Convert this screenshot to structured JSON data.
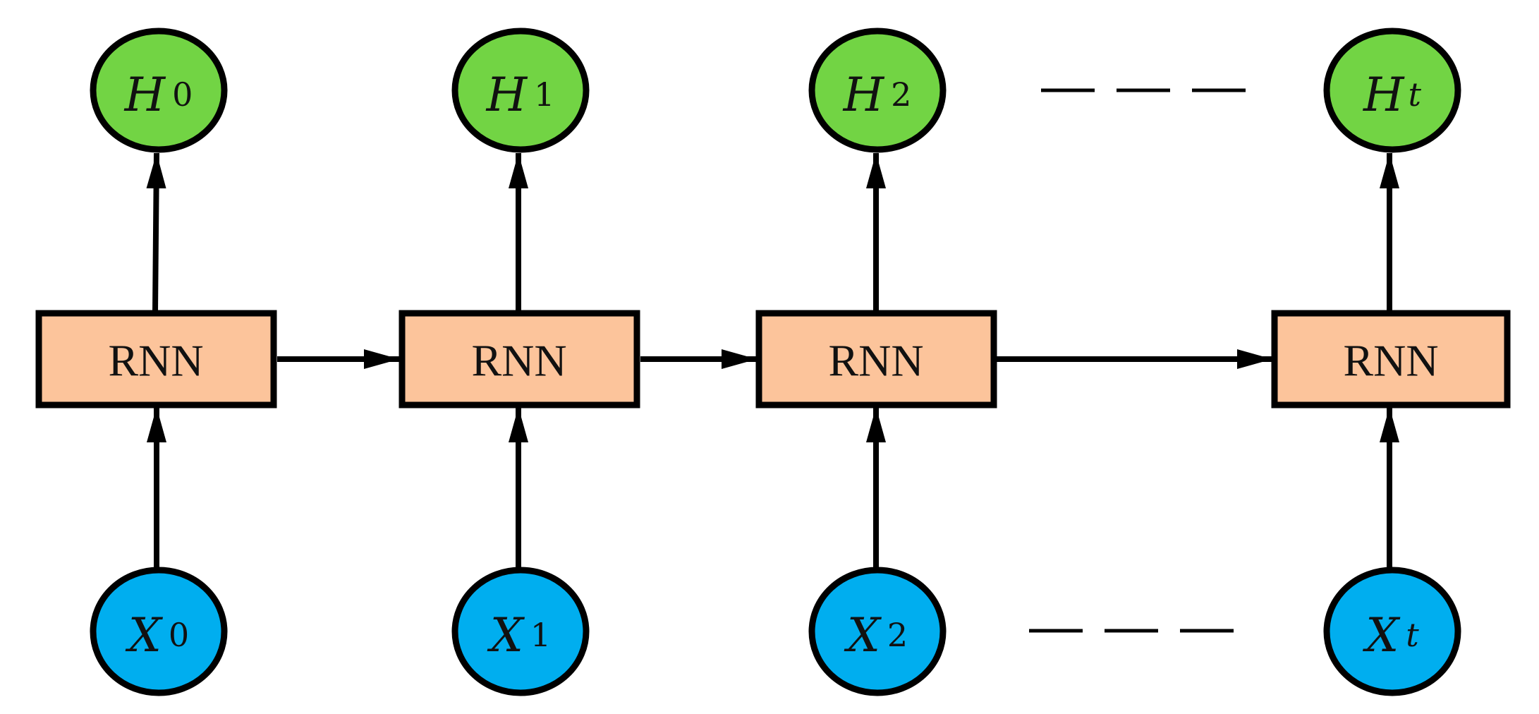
{
  "colors": {
    "hidden_fill": "#72d444",
    "input_fill": "#00aeef",
    "cell_fill": "#fcc49b",
    "stroke": "#000000"
  },
  "cells": [
    {
      "label": "RNN"
    },
    {
      "label": "RNN"
    },
    {
      "label": "RNN"
    },
    {
      "label": "RNN"
    }
  ],
  "hidden_nodes": [
    {
      "main": "H",
      "sub": "0"
    },
    {
      "main": "H",
      "sub": "1"
    },
    {
      "main": "H",
      "sub": "2"
    },
    {
      "main": "H",
      "sub": "t"
    }
  ],
  "input_nodes": [
    {
      "main": "X",
      "sub": "0"
    },
    {
      "main": "X",
      "sub": "1"
    },
    {
      "main": "X",
      "sub": "2"
    },
    {
      "main": "X",
      "sub": "t"
    }
  ],
  "ellipsis": {
    "hidden": "dashed-ellipsis",
    "input": "dashed-ellipsis"
  }
}
